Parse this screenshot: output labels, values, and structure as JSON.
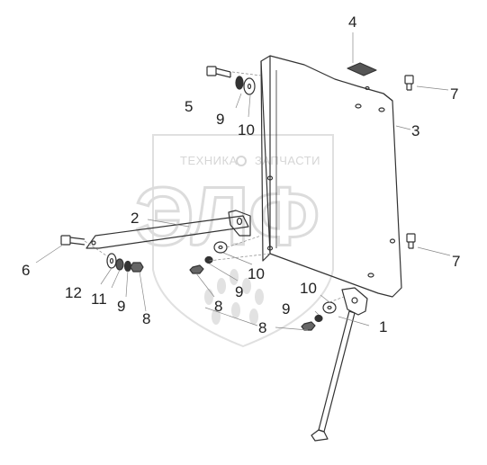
{
  "watermark": {
    "brand_left": "ТЕХНИКА",
    "brand_right": "ЗАПЧАСТИ",
    "logo_letters": "ЭЛФ",
    "colors": {
      "watermark": "#d9d9d9"
    }
  },
  "callouts": {
    "c1": "1",
    "c2": "2",
    "c3": "3",
    "c4": "4",
    "c5": "5",
    "c6": "6",
    "c7a": "7",
    "c7b": "7",
    "c8a": "8",
    "c8b": "8",
    "c8c": "8",
    "c9a": "9",
    "c9b": "9",
    "c9c": "9",
    "c9d": "9",
    "c10a": "10",
    "c10b": "10",
    "c10c": "10",
    "c11": "11",
    "c12": "12"
  },
  "colors": {
    "line": "#333333",
    "leader": "#888888"
  }
}
